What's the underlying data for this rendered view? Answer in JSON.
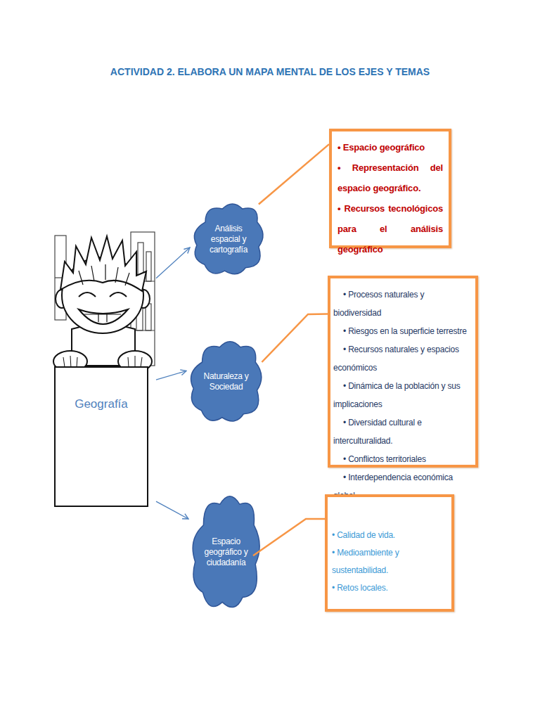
{
  "diagram": {
    "title": "ACTIVIDAD 2. ELABORA UN MAPA MENTAL DE LOS EJES Y TEMAS",
    "nodes": [
      {
        "text": [
          "Geografía"
        ]
      },
      {
        "text": [
          "Análisis espacial y cartografía"
        ]
      },
      {
        "text": [
          "Naturaleza y Sociedad"
        ]
      },
      {
        "text": [
          "Espacio geográfico y ciudadanía"
        ]
      },
      {
        "text": [
          "• Espacio geográfico",
          "• Representación del espacio geográfico.",
          "• Recursos tecnológicos para el análisis geográfico"
        ]
      },
      {
        "text": [
          "• Procesos naturales y biodiversidad",
          "• Riesgos en la superficie terrestre",
          "• Recursos naturales y espacios económicos",
          "• Dinámica de la población y sus implicaciones",
          "• Diversidad cultural e interculturalidad.",
          "• Conflictos territoriales",
          "• Interdependencia económica global"
        ]
      },
      {
        "text": [
          "• Calidad de vida.",
          "• Medioambiente y sustentabilidad.",
          "• Retos locales."
        ]
      }
    ],
    "edges": [
      {
        "from": 0,
        "to": 1,
        "arrow": "to"
      },
      {
        "from": 0,
        "to": 2,
        "arrow": "to"
      },
      {
        "from": 0,
        "to": 3,
        "arrow": "to"
      },
      {
        "from": 1,
        "to": 4,
        "arrow": "none"
      },
      {
        "from": 2,
        "to": 5,
        "arrow": "none"
      },
      {
        "from": 3,
        "to": 6,
        "arrow": "none"
      }
    ]
  }
}
